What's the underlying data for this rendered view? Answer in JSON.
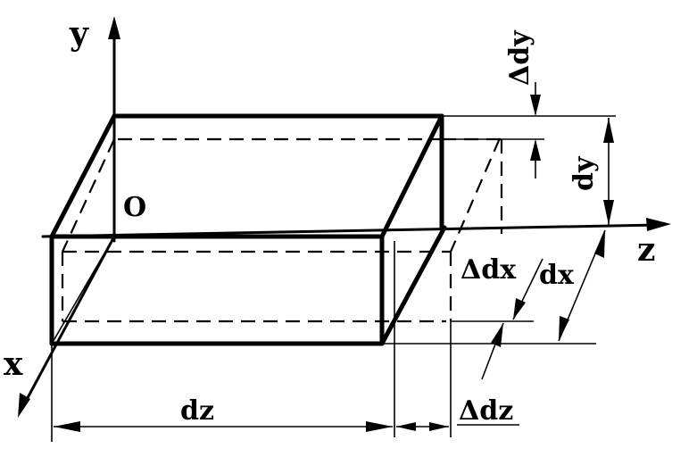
{
  "labels": {
    "y_axis": "y",
    "z_axis": "z",
    "x_axis": "x",
    "origin": "O",
    "dz": "dz",
    "delta_dz": "Δdz",
    "dx": "dx",
    "delta_dx": "Δdx",
    "dy": "dy",
    "delta_dy": "Δdy"
  },
  "colors": {
    "ink": "#000000",
    "background": "#ffffff"
  }
}
